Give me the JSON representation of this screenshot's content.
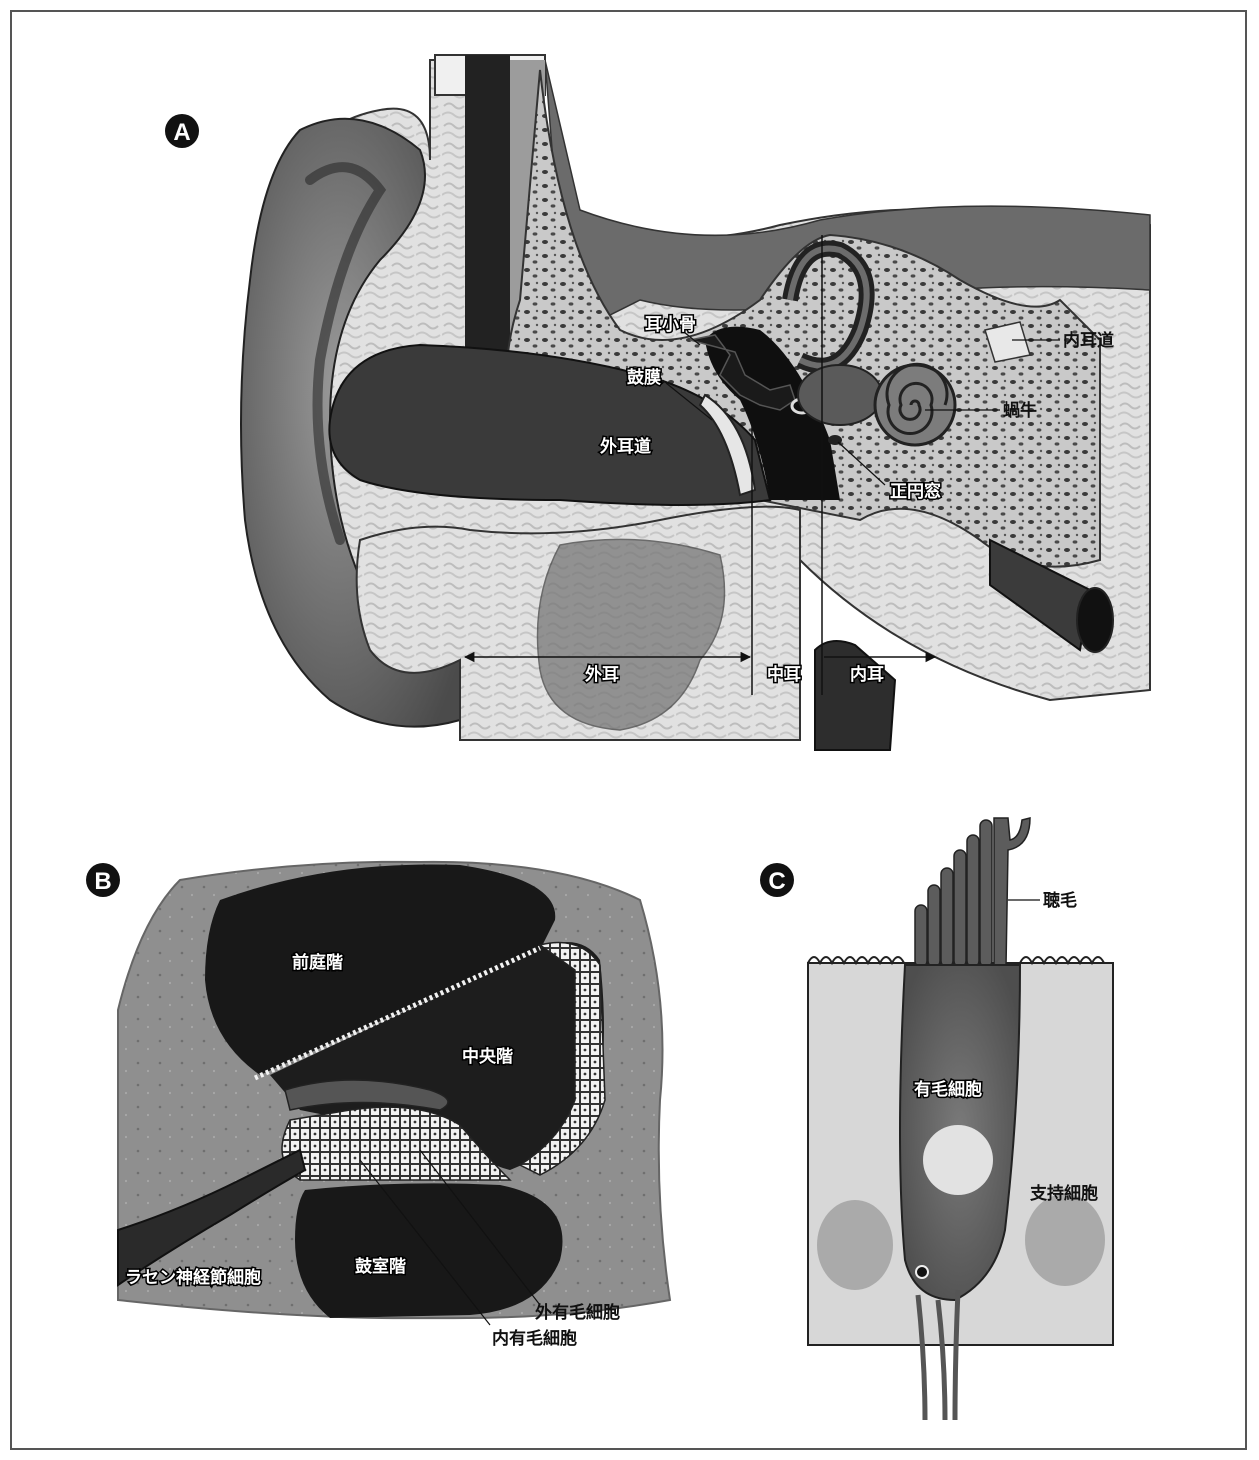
{
  "panels": {
    "a": {
      "badge": "A",
      "labels": {
        "ossicles": "耳小骨",
        "eardrum": "鼓膜",
        "outer_canal": "外耳道",
        "inner_canal": "内耳道",
        "cochlea": "蝸牛",
        "round_window": "正円窓",
        "outer_ear": "外耳",
        "middle_ear": "中耳",
        "inner_ear": "内耳"
      }
    },
    "b": {
      "badge": "B",
      "labels": {
        "scala_vestibuli": "前庭階",
        "scala_media": "中央階",
        "scala_tympani": "鼓室階",
        "spiral_ganglion": "ラセン神経節細胞",
        "outer_hair_cells": "外有毛細胞",
        "inner_hair_cells": "内有毛細胞"
      }
    },
    "c": {
      "badge": "C",
      "labels": {
        "stereocilia": "聴毛",
        "hair_cell": "有毛細胞",
        "supporting_cells": "支持細胞"
      }
    }
  },
  "colors": {
    "bone": "#b8b8b8",
    "cavity": "#151515",
    "skin": "#8a8a8a",
    "tissue": "#d4d4d4",
    "cell": "#6e6e6e"
  }
}
